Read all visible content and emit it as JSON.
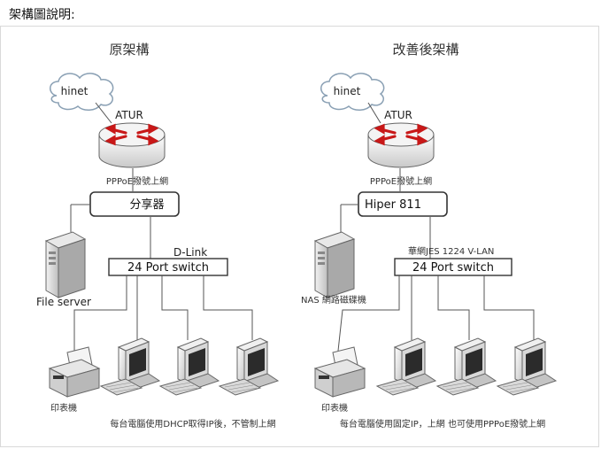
{
  "page": {
    "title": "架構圖說明:"
  },
  "left": {
    "title": "原架構",
    "cloud": "hinet",
    "router": "ATUR",
    "pppoe": "PPPoE撥號上網",
    "gateway": "分享器",
    "switch_brand": "D-Link",
    "switch": "24 Port switch",
    "server": "File server",
    "printer": "印表機",
    "note": "每台電腦使用DHCP取得IP後，不管制上網"
  },
  "right": {
    "title": "改善後架構",
    "cloud": "hinet",
    "router": "ATUR",
    "pppoe": "PPPoE撥號上網",
    "gateway": "Hiper 811",
    "switch_brand": "華網JES 1224 V-LAN",
    "switch": "24 Port switch",
    "server": "NAS 網路磁碟機",
    "printer": "印表機",
    "note": "每台電腦使用固定IP，上網 也可使用PPPoE撥號上網"
  }
}
